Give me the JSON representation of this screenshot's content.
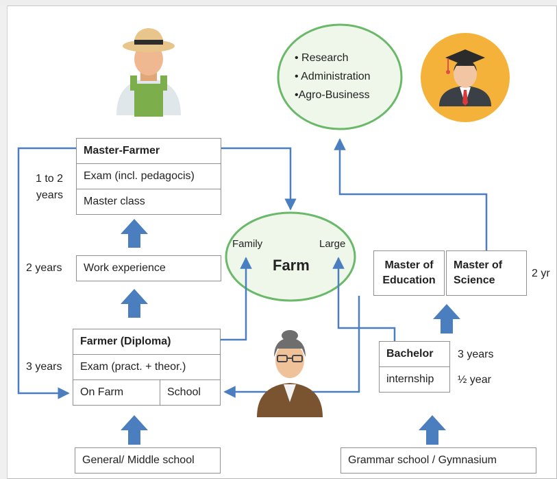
{
  "goals_oval": {
    "items": [
      "• Research",
      "• Administration",
      "•Agro-Business"
    ]
  },
  "farm_oval": {
    "title": "Farm",
    "left_label": "Family",
    "right_label": "Large"
  },
  "vocational": {
    "master_farmer": {
      "title": "Master-Farmer",
      "exam": "Exam (incl. pedagocis)",
      "class": "Master class",
      "duration": "1 to 2\nyears"
    },
    "work_experience": {
      "label": "Work experience",
      "duration": "2 years"
    },
    "farmer_diploma": {
      "title": "Farmer (Diploma)",
      "exam": "Exam (pract. + theor.)",
      "on_farm": "On Farm",
      "school": "School",
      "duration": "3 years"
    },
    "entry": "General/ Middle school"
  },
  "academic": {
    "master_education": "Master of\nEducation",
    "master_science": "Master of\nScience",
    "masters_duration": "2 yr",
    "bachelor": "Bachelor",
    "bachelor_duration": "3 years",
    "internship": "internship",
    "internship_duration": "½ year",
    "entry": "Grammar school / Gymnasium"
  },
  "colors": {
    "arrow": "#4a7ebf",
    "oval_border": "#6ab86a",
    "oval_fill": "#eef7ea",
    "box_border": "#8f8f8f"
  },
  "icons": [
    "farmer-icon",
    "graduate-icon",
    "teacher-icon"
  ]
}
